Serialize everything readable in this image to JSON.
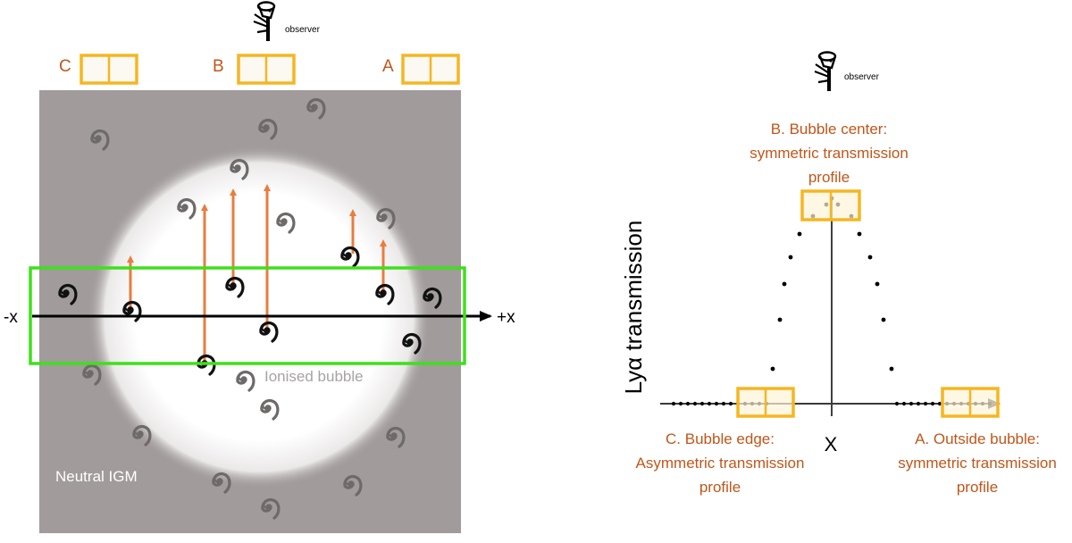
{
  "left_panel": {
    "observer_label": "observer",
    "slit_labels": {
      "c": "C",
      "b": "B",
      "a": "A"
    },
    "axis_minus_label": "-x",
    "axis_plus_label": "+x",
    "bubble_label": "Ionised bubble",
    "igm_label": "Neutral IGM"
  },
  "right_panel": {
    "observer_label": "observer",
    "y_axis_label": "Lyα transmission",
    "x_axis_label": "X",
    "annotation_b": {
      "line1": "B. Bubble center:",
      "line2": "symmetric transmission",
      "line3": "profile"
    },
    "annotation_c": {
      "line1": "C. Bubble edge:",
      "line2": "Asymmetric transmission",
      "line3": "profile"
    },
    "annotation_a": {
      "line1": "A. Outside bubble:",
      "line2": "symmetric transmission",
      "line3": "profile"
    }
  },
  "colors": {
    "igm_gray": "#a19b9b",
    "slit_orange": "#f5b622",
    "label_orange": "#c0561a",
    "arrow_orange": "#e87d3e",
    "selection_green": "#3ee01c",
    "galaxy_dark": "#111111",
    "galaxy_faint": "#6e6a6a"
  },
  "icons": [
    "telescope-icon",
    "spiral-galaxy-icon",
    "slit-box-icon"
  ]
}
